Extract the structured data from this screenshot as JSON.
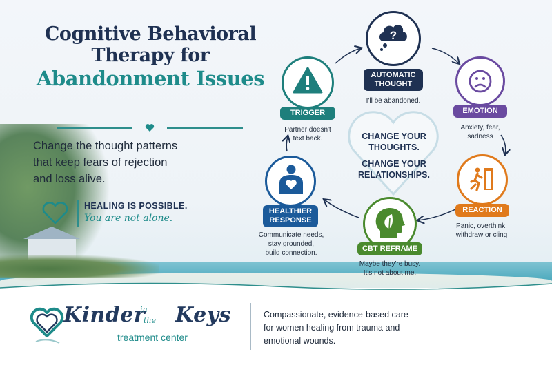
{
  "title": {
    "line1": "Cognitive Behavioral",
    "line2": "Therapy for",
    "line3": "Abandonment Issues"
  },
  "subtitle": {
    "lines": [
      "Change the thought patterns",
      "that keep fears of rejection",
      "and loss alive."
    ]
  },
  "healing": {
    "headline": "HEALING IS POSSIBLE.",
    "tagline": "You are not alone."
  },
  "center_message": {
    "line1": "CHANGE YOUR",
    "line2": "THOUGHTS.",
    "line3": "CHANGE YOUR",
    "line4": "RELATIONSHIPS."
  },
  "cycle": [
    {
      "label_lines": [
        "AUTOMATIC",
        "THOUGHT"
      ],
      "caption_lines": [
        "I'll be abandoned."
      ],
      "icon": "thought-bubble-question-icon",
      "color": "#1f3152"
    },
    {
      "label_lines": [
        "EMOTION"
      ],
      "caption_lines": [
        "Anxiety, fear,",
        "sadness"
      ],
      "icon": "sad-face-icon",
      "color": "#6a4aa0"
    },
    {
      "label_lines": [
        "REACTION"
      ],
      "caption_lines": [
        "Panic, overthink,",
        "withdraw or cling"
      ],
      "icon": "exit-running-icon",
      "color": "#e07a1c"
    },
    {
      "label_lines": [
        "CBT REFRAME"
      ],
      "caption_lines": [
        "Maybe they're busy.",
        "It's not about me."
      ],
      "icon": "head-leaf-icon",
      "color": "#4a8a2e"
    },
    {
      "label_lines": [
        "HEALTHIER",
        "RESPONSE"
      ],
      "caption_lines": [
        "Communicate needs,",
        "stay grounded,",
        "build connection."
      ],
      "icon": "person-heart-icon",
      "color": "#1b5a9a"
    },
    {
      "label_lines": [
        "TRIGGER"
      ],
      "caption_lines": [
        "Partner doesn't",
        "text back."
      ],
      "icon": "warning-triangle-icon",
      "color": "#1e7f7c"
    }
  ],
  "footer": {
    "brand": "Kinder",
    "brand_in": "in",
    "brand_the": "the",
    "brand_keys": "Keys",
    "sub": "treatment center",
    "desc_lines": [
      "Compassionate, evidence-based care",
      "for women healing from trauma and",
      "emotional wounds."
    ]
  },
  "colors": {
    "navy": "#1f3152",
    "teal": "#1e8b8a",
    "purple": "#6a4aa0",
    "orange": "#e07a1c",
    "green": "#4a8a2e",
    "blue": "#1b5a9a"
  }
}
